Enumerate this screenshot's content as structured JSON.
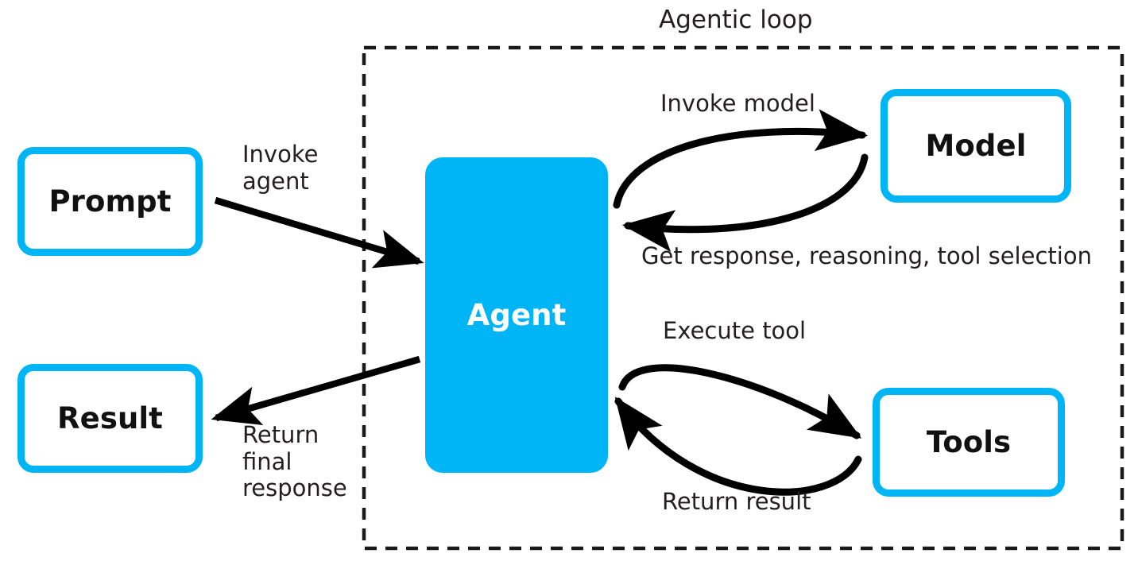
{
  "diagram": {
    "title": "Agentic loop",
    "colors": {
      "accent": "#00b5f5",
      "text": "#231f20",
      "node_fill": "#ffffff",
      "agent_fill": "#00b5f5",
      "agent_text": "#ffffff",
      "stroke": "#000000"
    },
    "container": {
      "label": "Agentic loop",
      "border_style": "dashed"
    },
    "nodes": [
      {
        "id": "prompt",
        "label": "Prompt",
        "style": "outline"
      },
      {
        "id": "result",
        "label": "Result",
        "style": "outline"
      },
      {
        "id": "agent",
        "label": "Agent",
        "style": "filled"
      },
      {
        "id": "model",
        "label": "Model",
        "style": "outline"
      },
      {
        "id": "tools",
        "label": "Tools",
        "style": "outline"
      }
    ],
    "edges": [
      {
        "id": "invoke-agent",
        "label": "Invoke\nagent",
        "from": "prompt",
        "to": "agent",
        "shape": "straight"
      },
      {
        "id": "return-final",
        "label": "Return\nfinal\nresponse",
        "from": "agent",
        "to": "result",
        "shape": "straight"
      },
      {
        "id": "invoke-model",
        "label": "Invoke model",
        "from": "agent",
        "to": "model",
        "shape": "curved"
      },
      {
        "id": "get-response",
        "label": "Get response, reasoning, tool selection",
        "from": "model",
        "to": "agent",
        "shape": "curved"
      },
      {
        "id": "execute-tool",
        "label": "Execute tool",
        "from": "agent",
        "to": "tools",
        "shape": "curved"
      },
      {
        "id": "return-result",
        "label": "Return result",
        "from": "tools",
        "to": "agent",
        "shape": "curved"
      }
    ],
    "edge_labels": {
      "invoke_agent_line1": "Invoke",
      "invoke_agent_line2": "agent",
      "return_final_line1": "Return",
      "return_final_line2": "final",
      "return_final_line3": "response",
      "invoke_model": "Invoke model",
      "get_response": "Get response, reasoning, tool selection",
      "execute_tool": "Execute tool",
      "return_result": "Return result"
    }
  }
}
